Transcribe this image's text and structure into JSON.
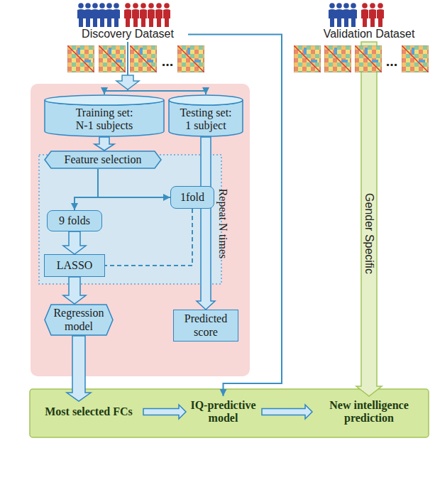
{
  "diagram": {
    "nodes": [
      {
        "text": [
          "Discovery Dataset"
        ]
      },
      {
        "text": [
          "Validation Dataset"
        ]
      },
      {
        "text": [
          "Training set: N-1 subjects"
        ]
      },
      {
        "text": [
          "Testing set: 1 subject"
        ]
      },
      {
        "text": [
          "Feature selection"
        ]
      },
      {
        "text": [
          "1fold"
        ]
      },
      {
        "text": [
          "9 folds"
        ]
      },
      {
        "text": [
          "LASSO"
        ]
      },
      {
        "text": [
          "Regression model"
        ]
      },
      {
        "text": [
          "Predicted score"
        ]
      },
      {
        "text": [
          "Most selected FCs"
        ]
      },
      {
        "text": [
          "IQ-predictive model"
        ]
      },
      {
        "text": [
          "New intelligence prediction"
        ]
      }
    ],
    "edges": [
      {
        "from": 0,
        "to": 2,
        "arrow": "to"
      },
      {
        "from": 0,
        "to": 3,
        "arrow": "to"
      },
      {
        "from": 2,
        "to": 4,
        "arrow": "to"
      },
      {
        "from": 4,
        "to": 5,
        "arrow": "to"
      },
      {
        "from": 4,
        "to": 6,
        "arrow": "to"
      },
      {
        "from": 6,
        "to": 7,
        "arrow": "to"
      },
      {
        "from": 5,
        "to": 7,
        "arrow": "none"
      },
      {
        "from": 7,
        "to": 8,
        "arrow": "to"
      },
      {
        "from": 3,
        "to": 9,
        "label": "Repeat N times",
        "arrow": "to"
      },
      {
        "from": 8,
        "to": 10,
        "arrow": "to"
      },
      {
        "from": 10,
        "to": 11,
        "arrow": "to"
      },
      {
        "from": 11,
        "to": 12,
        "arrow": "to"
      },
      {
        "from": 0,
        "to": 11,
        "arrow": "to"
      },
      {
        "from": 1,
        "to": 12,
        "label": "Gender Specific",
        "arrow": "to"
      }
    ],
    "labels": [
      "...",
      "..."
    ]
  }
}
